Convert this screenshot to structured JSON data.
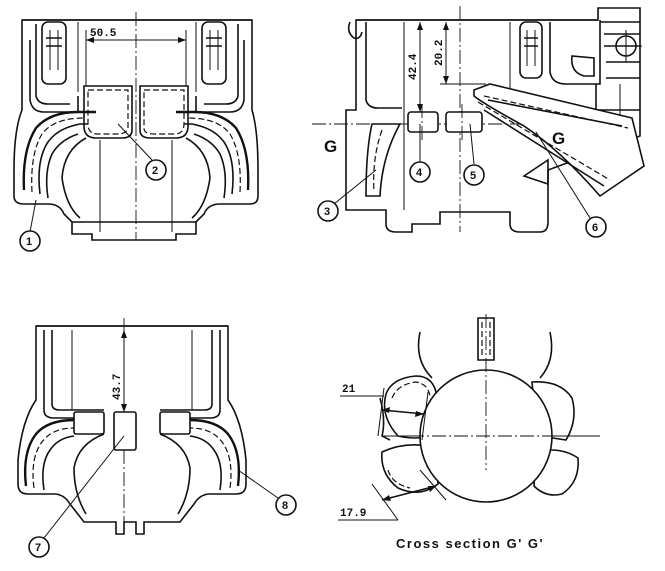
{
  "dimensions": {
    "top_left_width": "50.5",
    "top_right_outer": "42.4",
    "top_right_inner": "20.2",
    "bottom_left_height": "43.7",
    "section_angle_upper": "21",
    "section_angle_lower": "17.9"
  },
  "section_labels": {
    "left": "G",
    "right": "G"
  },
  "callouts": [
    "1",
    "2",
    "3",
    "4",
    "5",
    "6",
    "7",
    "8"
  ],
  "caption": "Cross section G' G'"
}
